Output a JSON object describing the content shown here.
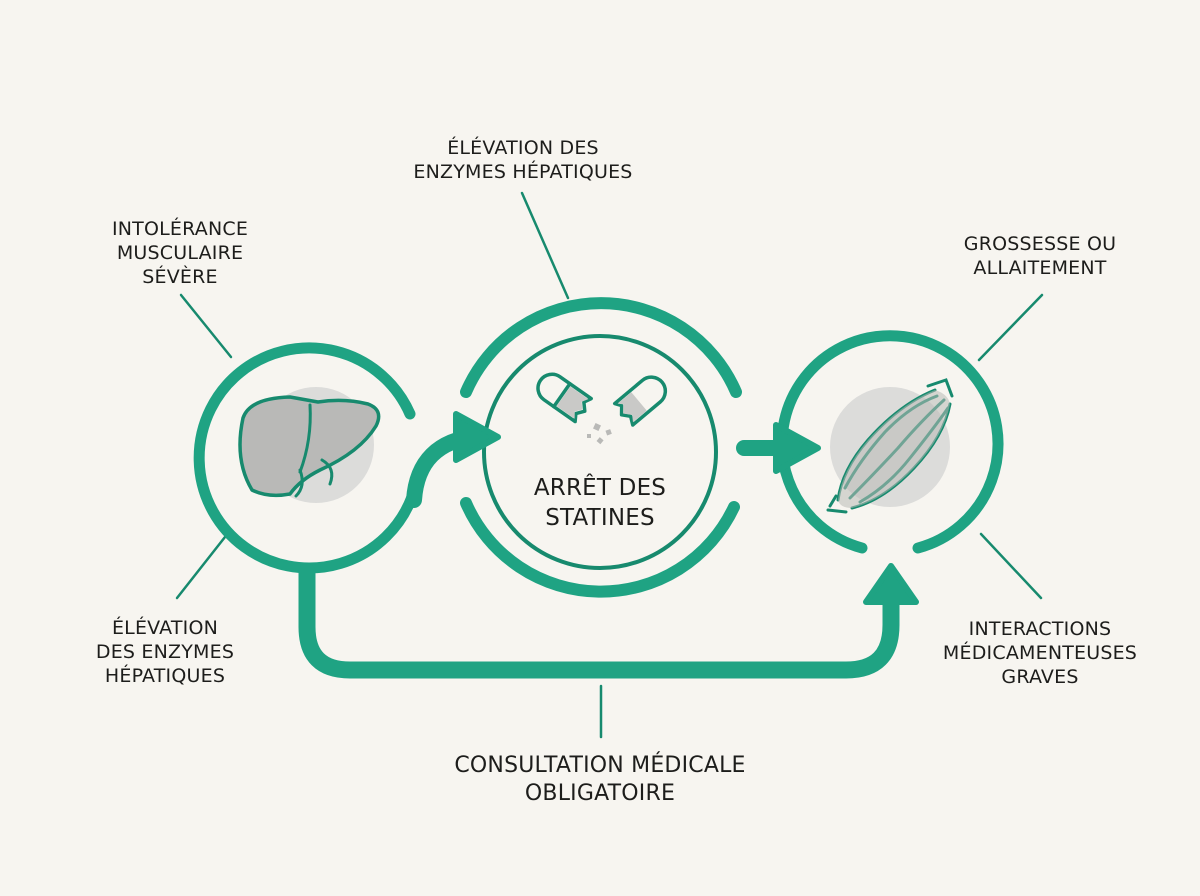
{
  "colors": {
    "accent": "#1fa383",
    "accent_dark": "#178a6e",
    "icon_fill": "#b9b9b7",
    "icon_bg": "#dcdcda",
    "text": "#1d1d1b",
    "background": "#f7f5f0"
  },
  "labels": {
    "top_center": [
      "ÉLÉVATION DES",
      "ENZYMES HÉPATIQUES"
    ],
    "top_left": [
      "INTOLÉRANCE",
      "MUSCULAIRE",
      "SÉVÈRE"
    ],
    "bottom_left": [
      "ÉLÉVATION",
      "DES ENZYMES",
      "HÉPATIQUES"
    ],
    "top_right": [
      "GROSSESSE OU",
      "ALLAITEMENT"
    ],
    "bottom_right": [
      "INTERACTIONS",
      "MÉDICAMENTEUSES",
      "GRAVES"
    ],
    "center": [
      "ARRÊT DES",
      "STATINES"
    ],
    "bottom": [
      "CONSULTATION MÉDICALE",
      "OBLIGATOIRE"
    ]
  },
  "icons": {
    "left": "liver-icon",
    "center": "broken-pill-icon",
    "right": "muscle-icon"
  }
}
